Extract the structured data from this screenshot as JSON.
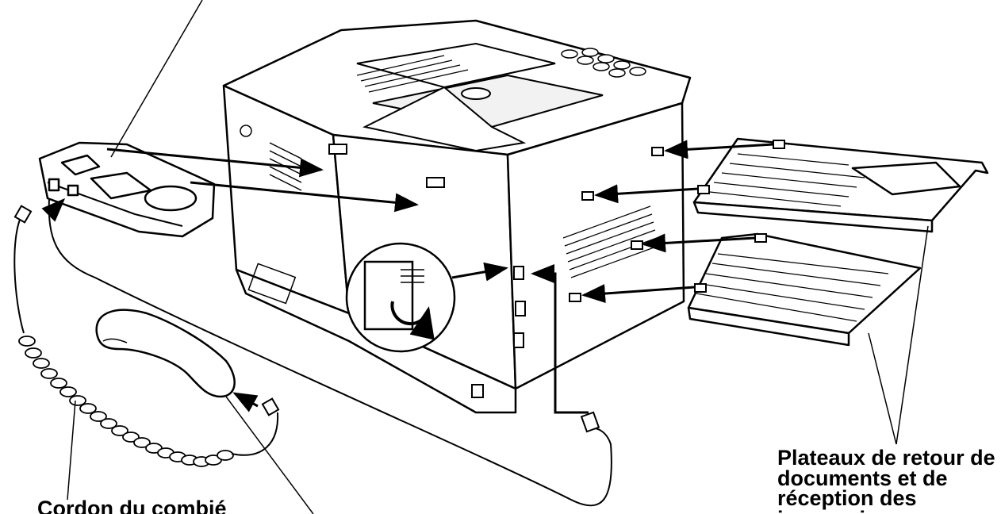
{
  "labels": {
    "handset_cord": "Cordon du combié",
    "trays_line1": "Plateaux de retour de",
    "trays_line2": "documents et de",
    "trays_line3": "réception des",
    "trays_line4": "impressions"
  },
  "colors": {
    "line": "#000000",
    "fill": "#ffffff",
    "shade": "#e6e6e6"
  }
}
